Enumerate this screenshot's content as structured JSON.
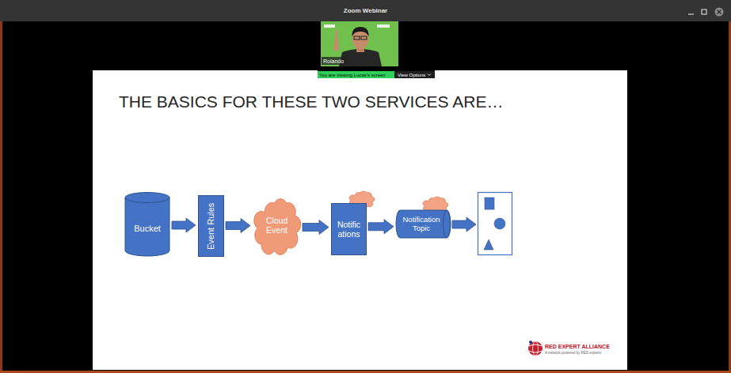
{
  "diagram": {
    "title": "THE BASICS FOR THESE TWO SERVICES ARE…",
    "nodes": [
      {
        "text": [
          "Bucket"
        ]
      },
      {
        "text": [
          "Event Rules"
        ]
      },
      {
        "text": [
          "Cloud Event"
        ]
      },
      {
        "text": [
          "Notific ations"
        ]
      },
      {
        "text": [
          "Notification Topic"
        ]
      }
    ],
    "edges": [
      {
        "from": 0,
        "to": 1,
        "arrow": "to"
      },
      {
        "from": 1,
        "to": 2,
        "arrow": "to"
      },
      {
        "from": 2,
        "to": 3,
        "arrow": "to"
      },
      {
        "from": 3,
        "to": 4,
        "arrow": "to"
      }
    ],
    "labels": [
      "Zoom Webinar",
      "Rolando",
      "You are viewing Lucas's screen",
      "View Options",
      "RED EXPERT ALLIANCE",
      "A network powered by RED experts"
    ]
  }
}
